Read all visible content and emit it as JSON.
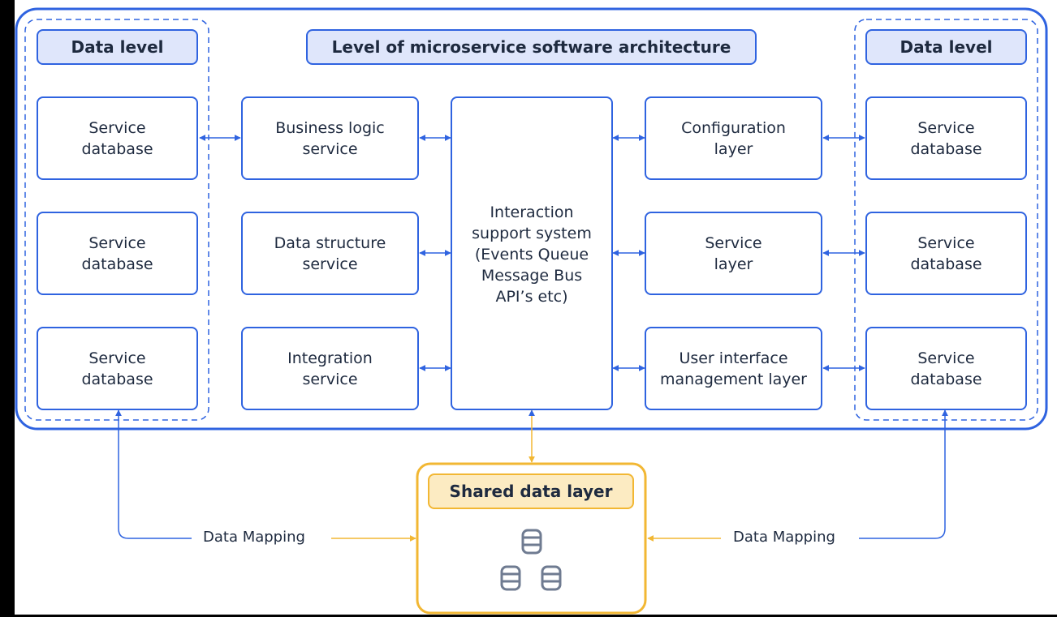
{
  "diagram": {
    "title": "Level of microservice software architecture",
    "data_level_left": "Data level",
    "data_level_right": "Data level",
    "left_databases": [
      {
        "line1": "Service",
        "line2": "database"
      },
      {
        "line1": "Service",
        "line2": "database"
      },
      {
        "line1": "Service",
        "line2": "database"
      }
    ],
    "right_databases": [
      {
        "line1": "Service",
        "line2": "database"
      },
      {
        "line1": "Service",
        "line2": "database"
      },
      {
        "line1": "Service",
        "line2": "database"
      }
    ],
    "services": [
      {
        "line1": "Business logic",
        "line2": "service"
      },
      {
        "line1": "Data structure",
        "line2": "service"
      },
      {
        "line1": "Integration",
        "line2": "service"
      }
    ],
    "layers": [
      {
        "line1": "Configuration",
        "line2": "layer"
      },
      {
        "line1": "Service",
        "line2": "layer"
      },
      {
        "line1": "User interface",
        "line2": "management layer"
      }
    ],
    "interaction": {
      "lines": [
        "Interaction",
        "support system",
        "(Events Queue",
        "Message Bus",
        "API’s etc)"
      ]
    },
    "shared": {
      "title": "Shared data layer",
      "icon": "database-icon"
    },
    "mapping_left": "Data Mapping",
    "mapping_right": "Data Mapping",
    "colors": {
      "blue": "#2f63e0",
      "label_fill": "#dfe6fb",
      "orange": "#f2b733",
      "shared_fill": "#fcebc2",
      "text": "#1e2a3f"
    }
  }
}
